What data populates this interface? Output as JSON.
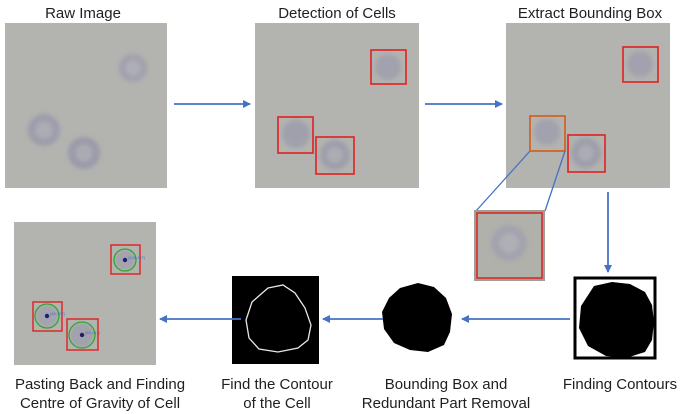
{
  "steps": {
    "raw_image": "Raw Image",
    "detection": "Detection of Cells",
    "extract": "Extract Bounding Box",
    "finding_contours": "Finding Contours",
    "removal_line1": "Bounding Box and",
    "removal_line2": "Redundant Part Removal",
    "contour_line1": "Find the Contour",
    "contour_line2": "of the Cell",
    "pasting_line1": "Pasting Back and Finding",
    "pasting_line2": "Centre of Gravity of Cell"
  },
  "centroid_labels": [
    "(106,147)",
    "(46,102)",
    "(63,167)"
  ],
  "colors": {
    "panel_gray": "#b3b3b0",
    "box_red": "#e02020",
    "contour_green": "#2faa2f",
    "arrow_blue": "#4472c4",
    "centroid_dot": "#1f1f6b"
  }
}
